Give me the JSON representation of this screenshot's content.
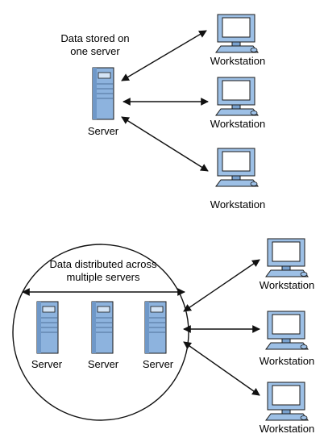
{
  "top": {
    "caption": [
      "Data stored on",
      "one server"
    ],
    "server_label": "Server",
    "workstation_labels": [
      "Workstation",
      "Workstation",
      "Workstation"
    ]
  },
  "bottom": {
    "caption": [
      "Data distributed across",
      "multiple servers"
    ],
    "server_labels": [
      "Server",
      "Server",
      "Server"
    ],
    "workstation_labels": [
      "Workstation",
      "Workstation",
      "Workstation"
    ]
  },
  "colors": {
    "server_fill": "#8db3de",
    "server_dark": "#6f98c8",
    "monitor_fill": "#9dc0e6",
    "screen_fill": "#ffffff",
    "stroke": "#1a1a1a"
  },
  "icons": {
    "server": "server-tower-icon",
    "workstation": "workstation-computer-icon"
  }
}
